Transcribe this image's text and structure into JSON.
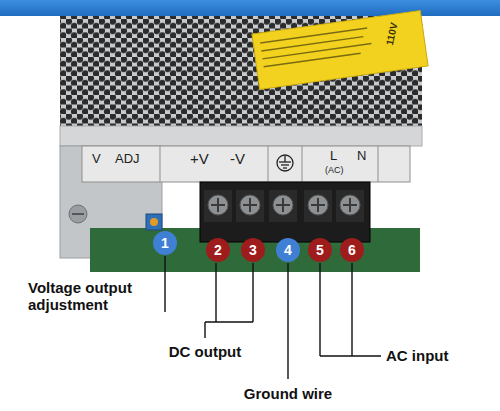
{
  "diagram": {
    "nodes": [
      {
        "text": [
          "1"
        ]
      },
      {
        "text": [
          "2"
        ]
      },
      {
        "text": [
          "3"
        ]
      },
      {
        "text": [
          "4"
        ]
      },
      {
        "text": [
          "5"
        ]
      },
      {
        "text": [
          "6"
        ]
      }
    ],
    "labels": [
      "V",
      "ADJ",
      "+V",
      "-V",
      "L",
      "N",
      "(AC)",
      "110V",
      "Voltage output adjustment",
      "DC output",
      "Ground wire",
      "AC input"
    ]
  }
}
